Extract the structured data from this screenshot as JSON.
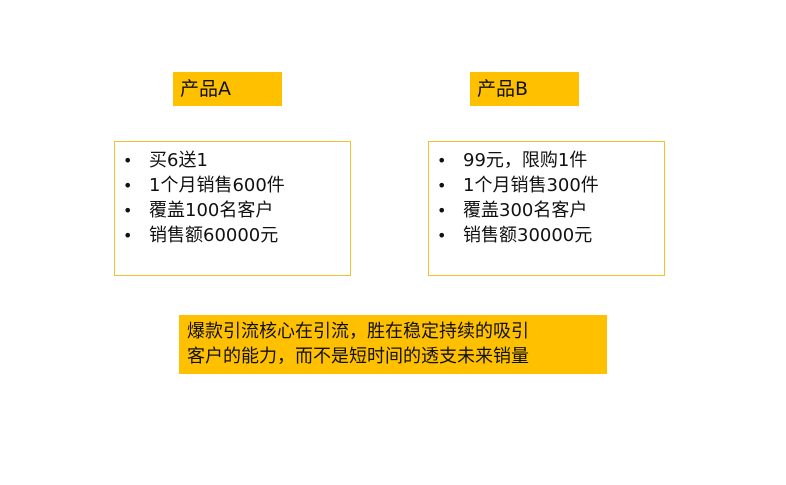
{
  "product_a": {
    "label": "产品A",
    "bullet_glyph": "•",
    "items": [
      "买6送1",
      "1个月销售600件",
      "覆盖100名客户",
      "销售额60000元"
    ]
  },
  "product_b": {
    "label": "产品B",
    "bullet_glyph": "•",
    "items": [
      "99元，限购1件",
      "1个月销售300件",
      "覆盖300名客户",
      "销售额30000元"
    ]
  },
  "callout": {
    "line1": "爆款引流核心在引流，胜在稳定持续的吸引",
    "line2": "客户的能力，而不是短时间的透支未来销量"
  },
  "colors": {
    "accent": "#FFC000",
    "box_border": "#F0C030"
  }
}
